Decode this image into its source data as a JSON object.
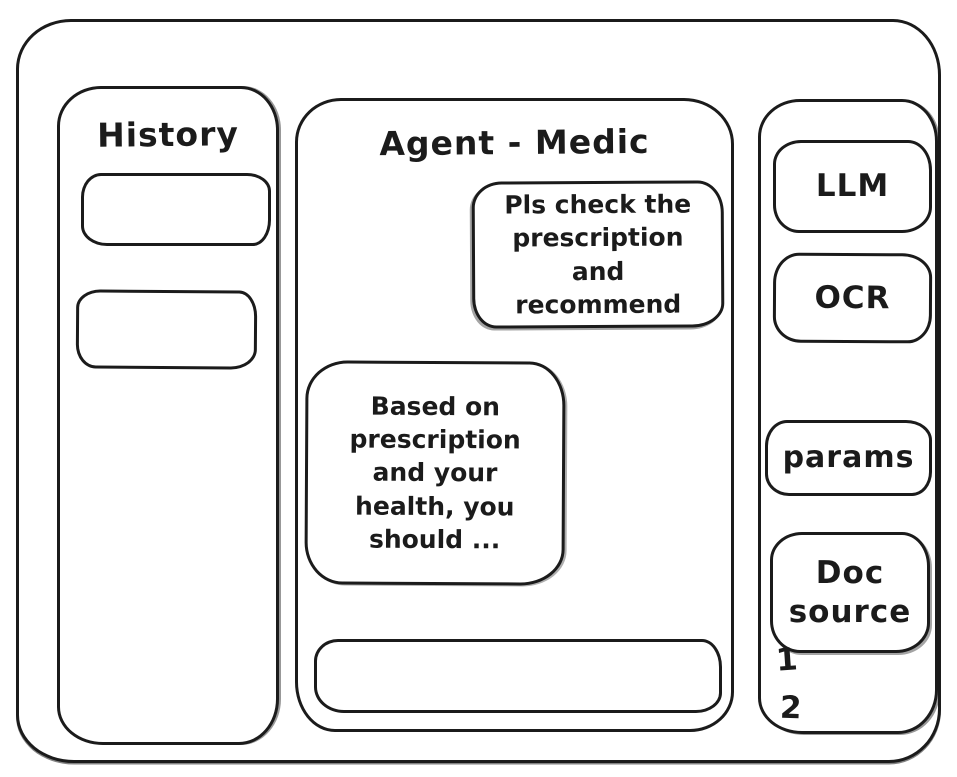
{
  "history_panel": {
    "title": "History"
  },
  "chat_panel": {
    "title": "Agent - Medic",
    "user_message": "Pls check the prescription and recommend",
    "agent_message": "Based on prescription and your health, you should ...",
    "input_value": ""
  },
  "tools_panel": {
    "llm_label": "LLM",
    "ocr_label": "OCR",
    "params_label": "params",
    "doc_source_label": "Doc source",
    "doc_items": [
      "1",
      "2"
    ]
  }
}
